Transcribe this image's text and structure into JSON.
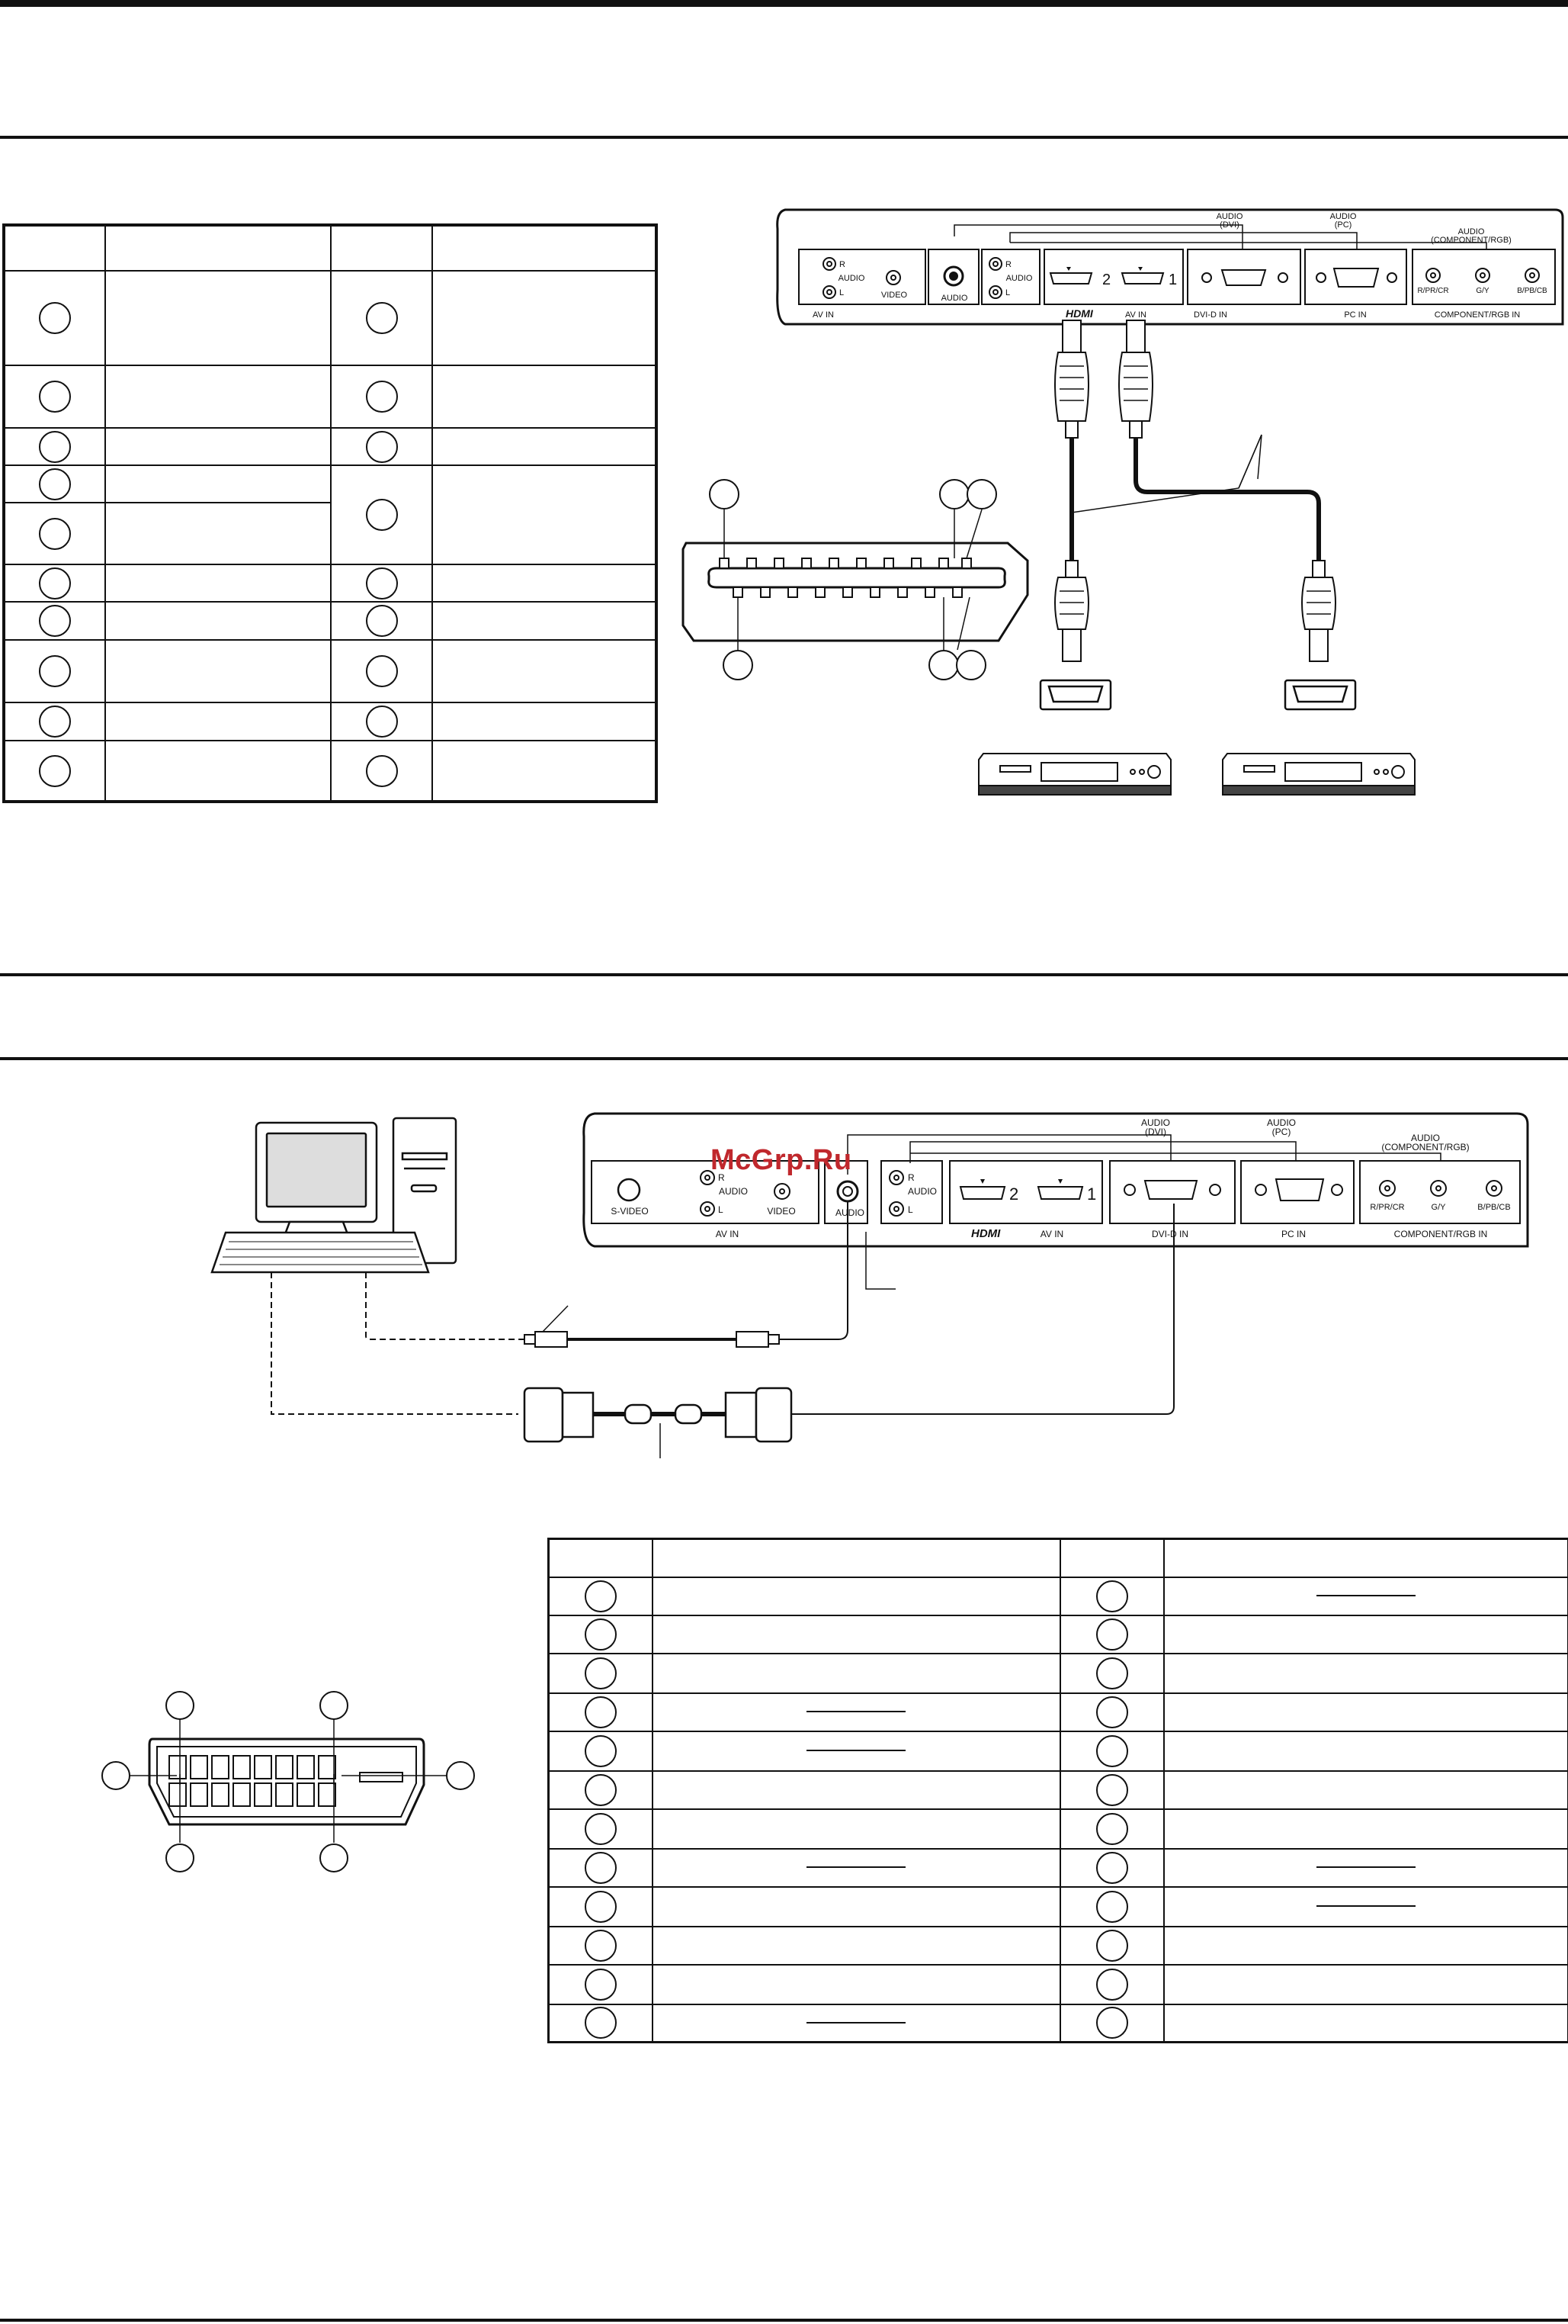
{
  "watermark": "McGrp.Ru",
  "panel_top": {
    "labels": {
      "audio_dvi": "AUDIO\n(DVI)",
      "audio_pc": "AUDIO\n(PC)",
      "audio_component": "AUDIO\n(COMPONENT/RGB)",
      "r": "R",
      "l": "L",
      "audio": "AUDIO",
      "video": "VIDEO",
      "av_in": "AV IN",
      "hdmi": "HDMI",
      "hdmi_av_in": "AV IN",
      "hdmi_2": "2",
      "hdmi_1": "1",
      "dvi_d_in": "DVI-D IN",
      "pc_in": "PC IN",
      "r_pr_cr": "R/PR/CR",
      "g_y": "G/Y",
      "b_pb_cb": "B/PB/CB",
      "component_rgb_in": "COMPONENT/RGB IN"
    }
  },
  "panel_bottom": {
    "labels": {
      "audio_dvi": "AUDIO\n(DVI)",
      "audio_pc": "AUDIO\n(PC)",
      "audio_component": "AUDIO\n(COMPONENT/RGB)",
      "s_video": "S-VIDEO",
      "r": "R",
      "l": "L",
      "audio": "AUDIO",
      "video": "VIDEO",
      "av_in": "AV IN",
      "hdmi": "HDMI",
      "hdmi_av_in": "AV IN",
      "hdmi_2": "2",
      "hdmi_1": "1",
      "dvi_d_in": "DVI-D IN",
      "pc_in": "PC IN",
      "r_pr_cr": "R/PR/CR",
      "g_y": "G/Y",
      "b_pb_cb": "B/PB/CB",
      "component_rgb_in": "COMPONENT/RGB IN"
    }
  }
}
